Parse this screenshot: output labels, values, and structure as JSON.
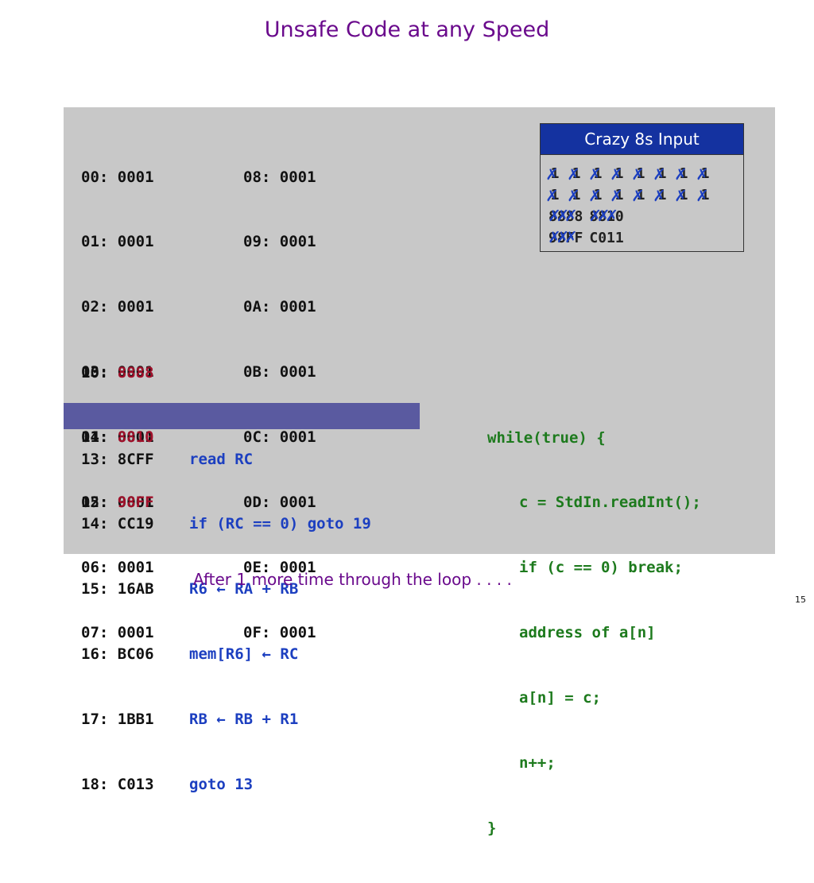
{
  "title": "Unsafe Code at any Speed",
  "memory_col1": [
    "00: 0001",
    "01: 0001",
    "02: 0001",
    "03: 0001",
    "04: 0001",
    "05: 0001",
    "06: 0001",
    "07: 0001"
  ],
  "memory_col2": [
    "08: 0001",
    "09: 0001",
    "0A: 0001",
    "0B: 0001",
    "0C: 0001",
    "0D: 0001",
    "0E: 0001",
    "0F: 0001"
  ],
  "data_rows": [
    {
      "addr": "10: ",
      "value": "8888"
    },
    {
      "addr": "11: ",
      "value": "8810"
    },
    {
      "addr": "12: ",
      "value": "98FF"
    }
  ],
  "instructions": [
    {
      "addr": "13: 8CFF",
      "code": "read RC",
      "highlighted": true
    },
    {
      "addr": "14: CC19",
      "code": "if (RC == 0) goto 19",
      "highlighted": false
    },
    {
      "addr": "15: 16AB",
      "code": "R6 ← RA + RB",
      "highlighted": false
    },
    {
      "addr": "16: BC06",
      "code": "mem[R6] ← RC",
      "highlighted": false
    },
    {
      "addr": "17: 1BB1",
      "code": "RB ← RB + R1",
      "highlighted": false
    },
    {
      "addr": "18: C013",
      "code": "goto 13",
      "highlighted": false
    }
  ],
  "java_code": {
    "line0": "while(true) {",
    "line1": "c = StdIn.readInt();",
    "line2": "if (c == 0) break;",
    "line3": "address of a[n]",
    "line4": "a[n] = c;",
    "line5": "n++;",
    "line6": "}"
  },
  "input_box": {
    "header": "Crazy 8s Input",
    "ones_row1": [
      "1",
      "1",
      "1",
      "1",
      "1",
      "1",
      "1",
      "1"
    ],
    "ones_row2": [
      "1",
      "1",
      "1",
      "1",
      "1",
      "1",
      "1",
      "1"
    ],
    "row3": [
      "8888",
      "8810"
    ],
    "row4": [
      "98FF",
      "C011"
    ]
  },
  "caption": "After 1 more time through the loop . . . .",
  "page_number": "15",
  "colors": {
    "title": "#6a0a8c",
    "highlight": "#5a5aa0",
    "instruction_blue": "#1c3fc0",
    "java_green": "#1d7a1d",
    "data_red": "#a0102a",
    "header_blue": "#1432a0"
  }
}
